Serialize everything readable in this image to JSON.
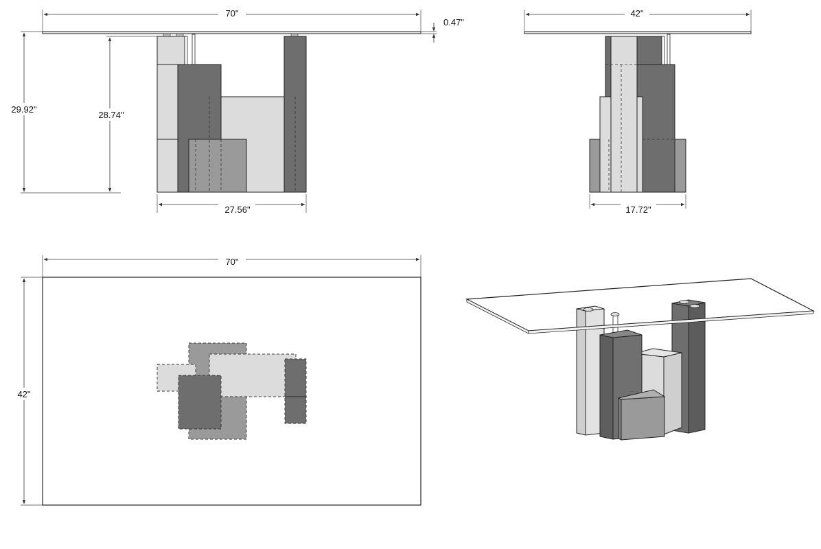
{
  "dimensions": {
    "front_width": "70\"",
    "top_thickness": "0.47\"",
    "total_height": "29.92\"",
    "base_height": "28.74\"",
    "base_width": "27.56\"",
    "side_width": "42\"",
    "side_base_width": "17.72\"",
    "plan_width": "70\"",
    "plan_depth": "42\""
  },
  "colors": {
    "light": "#dcdcdc",
    "medium": "#9a9a9a",
    "dark": "#6e6e6e",
    "line": "#222222"
  }
}
